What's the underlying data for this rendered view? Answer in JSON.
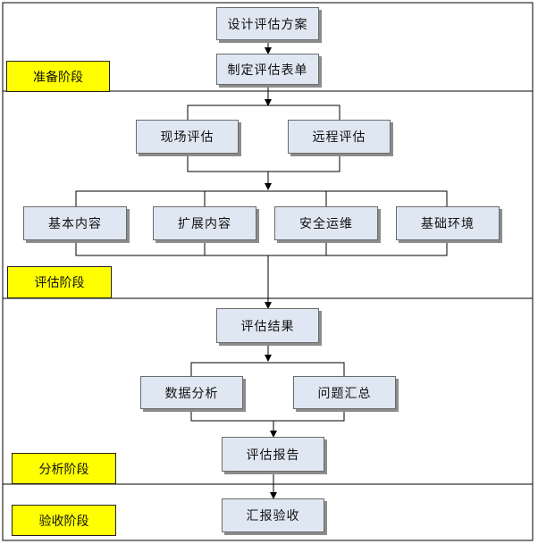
{
  "nodes": {
    "design_plan": "设计评估方案",
    "make_form": "制定评估表单",
    "onsite": "现场评估",
    "remote": "远程评估",
    "basic": "基本内容",
    "extended": "扩展内容",
    "security_ops": "安全运维",
    "infrastructure": "基础环境",
    "results": "评估结果",
    "data_analysis": "数据分析",
    "issue_summary": "问题汇总",
    "report": "评估报告",
    "briefing": "汇报验收"
  },
  "stages": {
    "prep": "准备阶段",
    "assess": "评估阶段",
    "analysis": "分析阶段",
    "acceptance": "验收阶段"
  },
  "colors": {
    "node_fill": "#dfe7f2",
    "stage_fill": "#ffff00",
    "line": "#000000"
  }
}
